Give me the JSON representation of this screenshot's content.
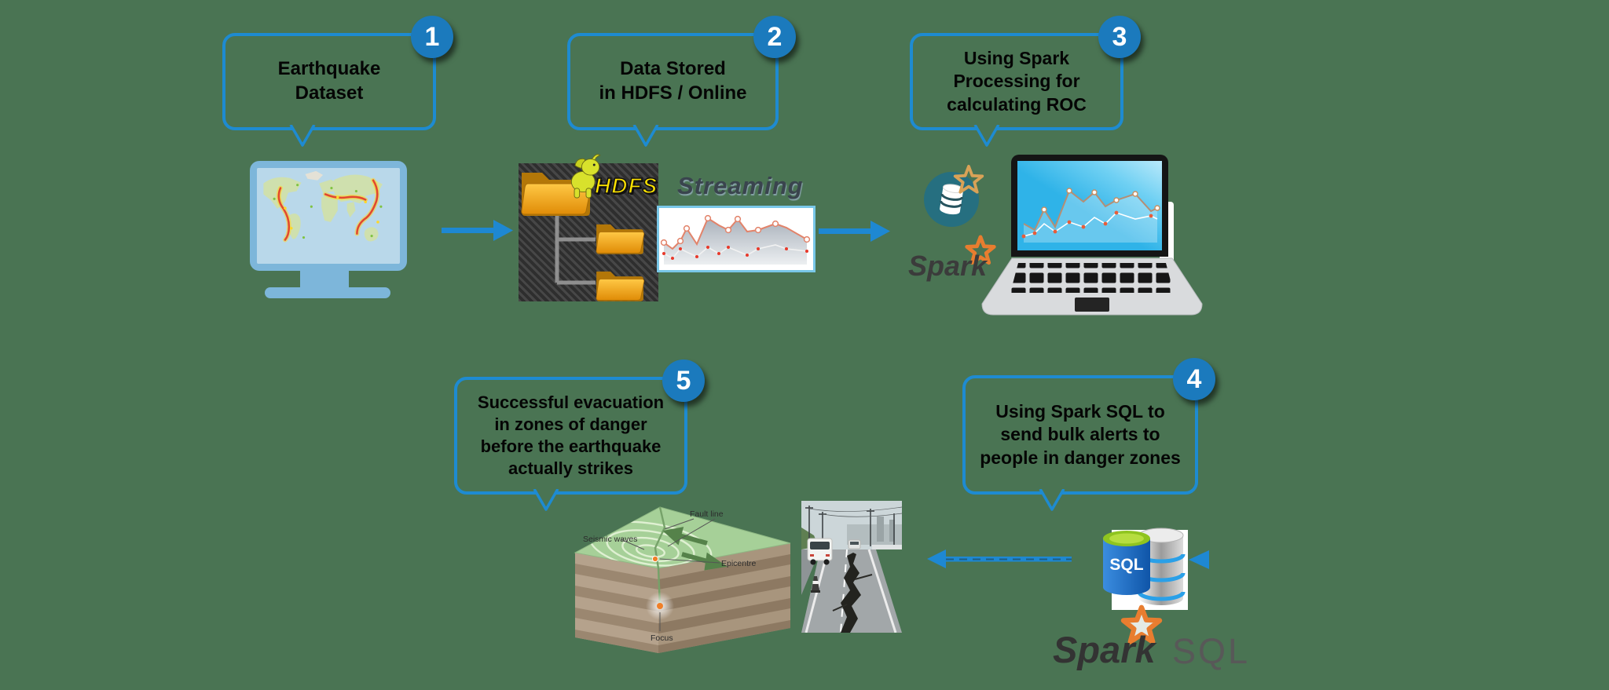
{
  "bubbles": [
    {
      "number": "1",
      "text": "Earthquake\nDataset"
    },
    {
      "number": "2",
      "text": "Data Stored\nin HDFS / Online"
    },
    {
      "number": "3",
      "text": "Using Spark\nProcessing for\ncalculating ROC"
    },
    {
      "number": "4",
      "text": "Using Spark SQL to\nsend bulk alerts to\npeople in danger zones"
    },
    {
      "number": "5",
      "text": "Successful evacuation\nin zones of danger\nbefore the earthquake\nactually strikes"
    }
  ],
  "logos": {
    "hdfs": "HDFS",
    "streaming": "Streaming",
    "spark": "Spark",
    "spark_sql_spark": "Spark",
    "spark_sql_sql": "SQL",
    "sql_db": "SQL"
  },
  "quake_labels": {
    "seismic_waves": "Seismic waves",
    "fault": "Fault line",
    "epicentre": "Epicentre",
    "focus": "Focus"
  },
  "colors": {
    "background": "#4A7453",
    "accent_blue": "#1E8BD1",
    "badge_blue": "#1B7ABD",
    "folder_orange": "#F2A71B",
    "hdfs_yellow": "#FFE400",
    "spark_orange": "#E87D2F",
    "teal_circle": "#266F80",
    "sql_cylinder_blue": "#1B6FC0",
    "sql_top_lime": "#9CCB21"
  }
}
